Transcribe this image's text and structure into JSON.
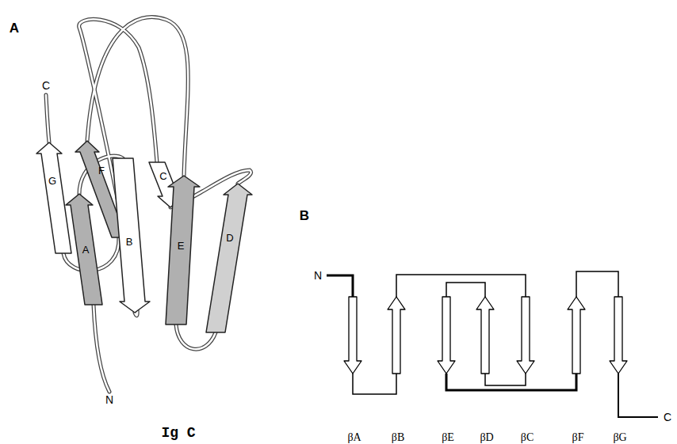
{
  "diagram": {
    "caption": "Ig C",
    "labels": [
      "A",
      "C",
      "G",
      "F",
      "C",
      "A",
      "B",
      "E",
      "D",
      "N",
      "B",
      "N",
      "βA",
      "βB",
      "βE",
      "βD",
      "βC",
      "βF",
      "βG",
      "C"
    ]
  }
}
